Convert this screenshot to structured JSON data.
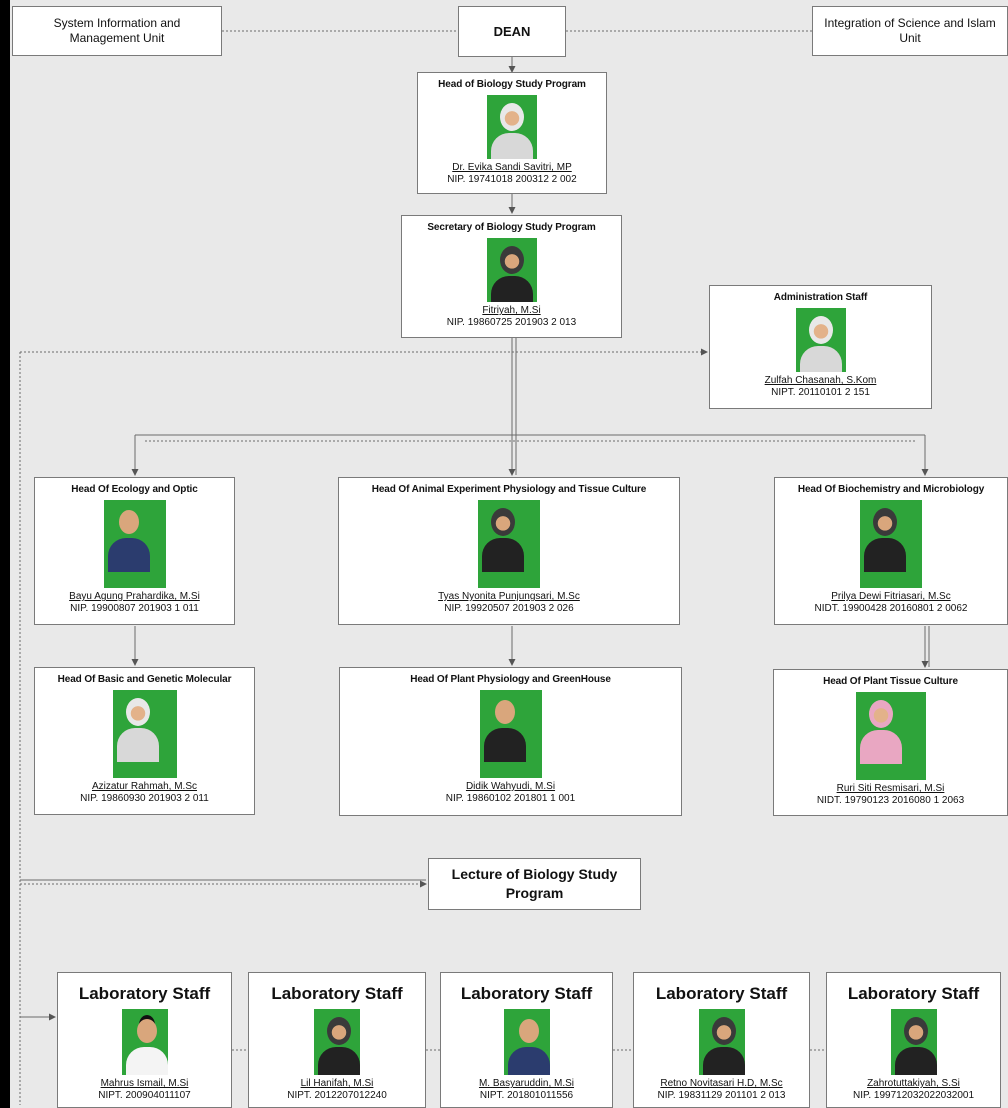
{
  "top": {
    "left_unit": "System Information and Management Unit",
    "dean": "DEAN",
    "right_unit": "Integration of Science and Islam Unit"
  },
  "head_program": {
    "title": "Head of Biology Study Program",
    "name": "Dr. Evika Sandi Savitri, MP",
    "nip": "NIP. 19741018 200312 2 002"
  },
  "secretary": {
    "title": "Secretary of Biology Study Program",
    "name": "Fitriyah, M.Si",
    "nip": "NIP. 19860725 201903 2 013"
  },
  "admin": {
    "title": "Administration Staff",
    "name": "Zulfah Chasanah, S.Kom",
    "nip": "NIPT. 20110101 2 151"
  },
  "heads": [
    {
      "title": "Head Of Ecology and Optic",
      "name": "Bayu Agung Prahardika, M.Si",
      "nip": "NIP. 19900807 201903 1 011"
    },
    {
      "title": "Head Of Animal Experiment Physiology and Tissue Culture",
      "name": "Tyas Nyonita Punjungsari, M.Sc",
      "nip": "NIP. 19920507 201903 2 026"
    },
    {
      "title": "Head Of Biochemistry and Microbiology",
      "name": "Prilya Dewi Fitriasari, M.Sc",
      "nip": "NIDT. 19900428 20160801 2 0062"
    },
    {
      "title": "Head Of Basic and Genetic Molecular",
      "name": "Azizatur Rahmah, M.Sc",
      "nip": "NIP. 19860930 201903 2 011"
    },
    {
      "title": "Head Of Plant Physiology and GreenHouse",
      "name": "Didik Wahyudi, M.Si",
      "nip": "NIP. 19860102 201801 1 001"
    },
    {
      "title": "Head Of Plant Tissue Culture",
      "name": "Ruri Siti Resmisari, M.Si",
      "nip": "NIDT. 19790123 2016080 1 2063"
    }
  ],
  "lecture": {
    "label": "Lecture of Biology Study Program"
  },
  "lab_staff": [
    {
      "title": "Laboratory Staff",
      "name": "Mahrus Ismail, M.Si",
      "nip": "NIPT. 200904011107"
    },
    {
      "title": "Laboratory Staff",
      "name": "Lil Hanifah, M.Si",
      "nip": "NIPT. 2012207012240"
    },
    {
      "title": "Laboratory Staff",
      "name": "M. Basyaruddin, M.Si",
      "nip": "NIPT. 201801011556"
    },
    {
      "title": "Laboratory Staff",
      "name": "Retno Novitasari H.D, M.Sc",
      "nip": "NIP. 19831129 201101 2 013"
    },
    {
      "title": "Laboratory Staff",
      "name": "Zahrotuttakiyah, S.Si",
      "nip": "NIP. 199712032022032001"
    }
  ],
  "colors": {
    "photo_background": "#2ea43a",
    "canvas": "#e9e9e9",
    "border": "#7a7a7a"
  }
}
